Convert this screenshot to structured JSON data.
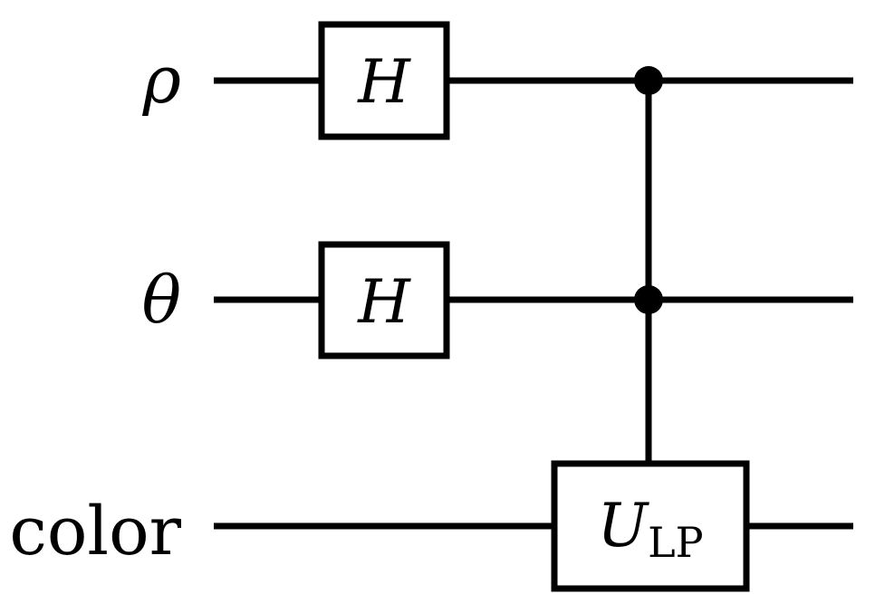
{
  "colors": {
    "ink": "#000000",
    "background": "#ffffff"
  },
  "qubits": [
    {
      "label": "ρ"
    },
    {
      "label": "θ"
    },
    {
      "label": "color"
    }
  ],
  "gates": {
    "h_rho": {
      "label": "H"
    },
    "h_theta": {
      "label": "H"
    },
    "u_lp": {
      "label": "U",
      "subscript": "LP"
    }
  }
}
